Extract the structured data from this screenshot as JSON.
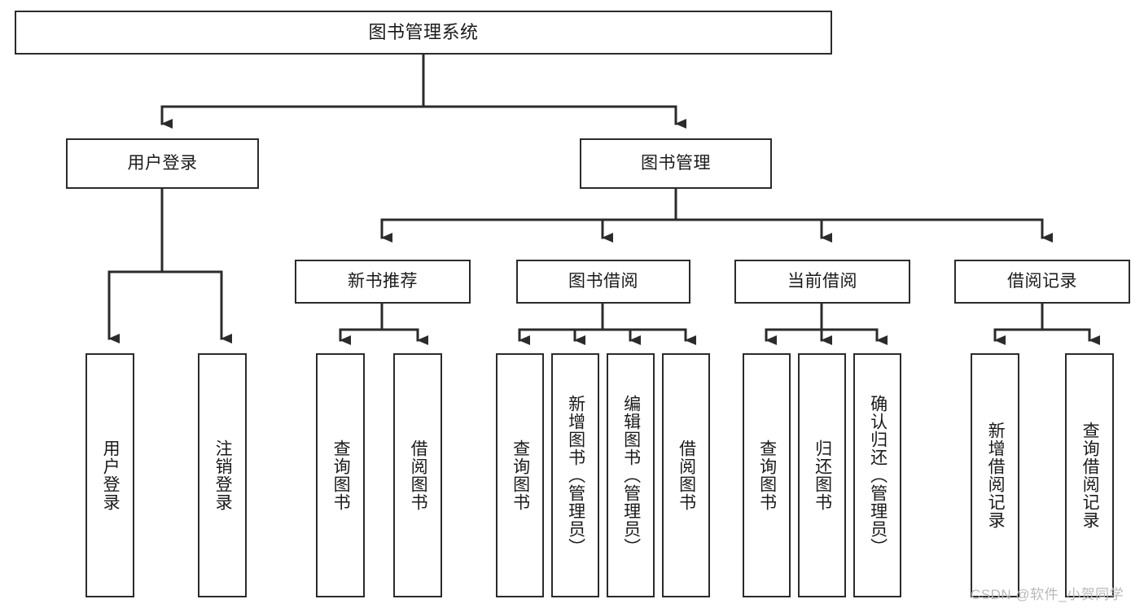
{
  "diagram": {
    "title": "图书管理系统",
    "type": "hierarchy-tree",
    "colors": {
      "box_border": "#2b2b2b",
      "box_fill": "#ffffff",
      "connector": "#2b2b2b",
      "text": "#1a1a1a",
      "watermark": "#b9b9b9",
      "background": "#ffffff"
    },
    "root": {
      "label": "图书管理系统"
    },
    "level2": [
      {
        "label": "用户登录"
      },
      {
        "label": "图书管理"
      }
    ],
    "level3": [
      {
        "label": "新书推荐"
      },
      {
        "label": "图书借阅"
      },
      {
        "label": "当前借阅"
      },
      {
        "label": "借阅记录"
      }
    ],
    "leaves": {
      "user_login": [
        {
          "label": "用户登录"
        },
        {
          "label": "注销登录"
        }
      ],
      "new_book": [
        {
          "label": "查询图书"
        },
        {
          "label": "借阅图书"
        }
      ],
      "book_borrow": [
        {
          "label": "查询图书"
        },
        {
          "label": "新增图书（管理员）"
        },
        {
          "label": "编辑图书（管理员）"
        },
        {
          "label": "借阅图书"
        }
      ],
      "current_borrow": [
        {
          "label": "查询图书"
        },
        {
          "label": "归还图书"
        },
        {
          "label": "确认归还（管理员）"
        }
      ],
      "borrow_record": [
        {
          "label": "新增借阅记录"
        },
        {
          "label": "查询借阅记录"
        }
      ]
    }
  },
  "watermark": {
    "text": "CSDN @软件_小贺同学"
  }
}
